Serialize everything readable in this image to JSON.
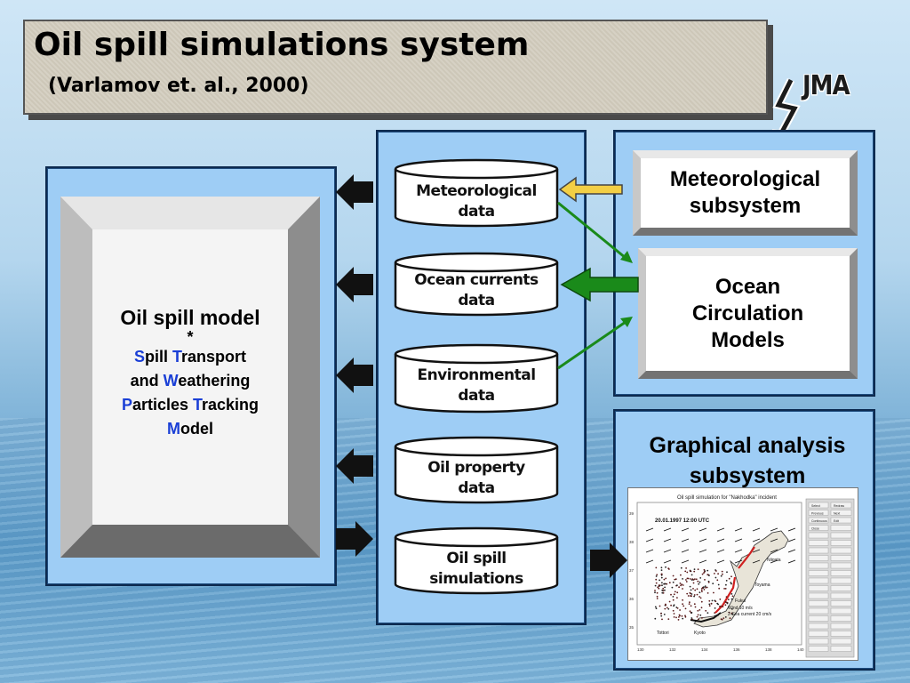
{
  "header": {
    "title": "Oil spill simulations system",
    "subtitle": "(Varlamov et. al., 2000)",
    "source_label": "JMA"
  },
  "model": {
    "title": "Oil spill model",
    "star": "*",
    "lines": [
      {
        "first": "S",
        "rest": "pill "
      },
      {
        "first": "T",
        "rest": "ransport"
      }
    ],
    "acronym": [
      {
        "cap": "S",
        "rest": "pill ",
        "cap2": "T",
        "rest2": "ransport"
      },
      {
        "prefix": "and ",
        "cap": "W",
        "rest": "eathering"
      },
      {
        "cap": "P",
        "rest": "articles ",
        "cap2": "T",
        "rest2": "racking"
      },
      {
        "cap": "M",
        "rest": "odel"
      }
    ]
  },
  "data_stores": [
    {
      "line1": "Meteorological",
      "line2": "data"
    },
    {
      "line1": "Ocean currents",
      "line2": "data"
    },
    {
      "line1": "Environmental",
      "line2": "data"
    },
    {
      "line1": "Oil property",
      "line2": "data"
    },
    {
      "line1": "Oil spill",
      "line2": "simulations"
    }
  ],
  "subsystems": {
    "meteorological": {
      "line1": "Meteorological",
      "line2": "subsystem"
    },
    "ocean": {
      "line1": "Ocean",
      "line2": "Circulation",
      "line3": "Models"
    },
    "graphical": {
      "line1": "Graphical analysis",
      "line2": "subsystem"
    }
  },
  "map_thumbnail": {
    "title": "Oil spill simulation for \"Nakhodka\" incident",
    "date": "20.01.1997 12:00 UTC",
    "legend1": "Wind 10 m/s",
    "legend2": "2-Sea current 20 cm/s",
    "places": [
      "Niigata",
      "Toyama",
      "Fukui",
      "Tottori",
      "Kyoto"
    ],
    "x_ticks": [
      "130",
      "132",
      "134",
      "136",
      "138",
      "140"
    ],
    "y_ticks": [
      "39",
      "38",
      "37",
      "36",
      "35"
    ],
    "buttons": [
      "Select",
      "Redraw",
      "Previous",
      "Next",
      "Continuous",
      "Edit",
      "Close"
    ]
  },
  "colors": {
    "panel": "#9ecdf5",
    "panel_border": "#0d2a4f",
    "accent_blue": "#1a3fd6",
    "green_arrow": "#1a8a1a",
    "yellow_arrow": "#f3cf45"
  }
}
